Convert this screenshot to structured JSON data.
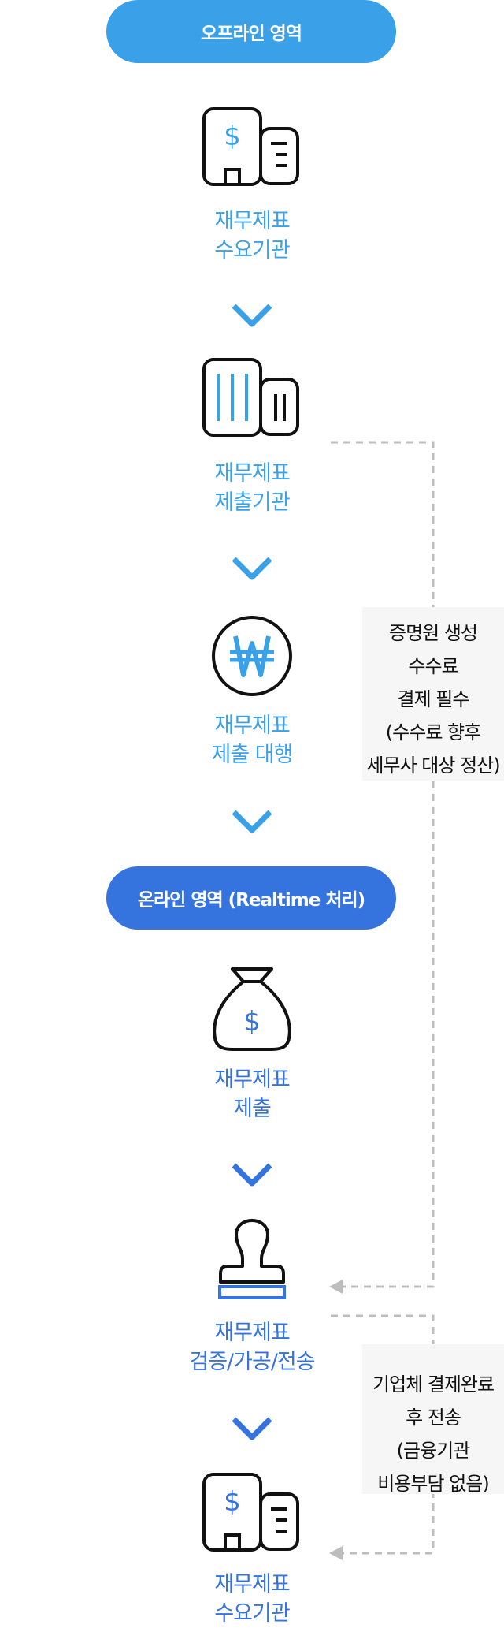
{
  "header": {
    "offline_label": "오프라인 영역",
    "online_label": "온라인 영역 (Realtime 처리)"
  },
  "steps": [
    {
      "line1": "재무제표",
      "line2": "수요기관",
      "icon": "office-building-dollar-icon",
      "color": "#3aa0e8"
    },
    {
      "line1": "재무제표",
      "line2": "제출기관",
      "icon": "office-building-icon",
      "color": "#3aa0e8"
    },
    {
      "line1": "재무제표",
      "line2": "제출 대행",
      "icon": "won-coin-icon",
      "color": "#3aa0e8"
    },
    {
      "line1": "재무제표",
      "line2": "제출",
      "icon": "money-bag-icon",
      "color": "#3573df"
    },
    {
      "line1": "재무제표",
      "line2": "검증/가공/전송",
      "icon": "stamp-icon",
      "color": "#3573df"
    },
    {
      "line1": "재무제표",
      "line2": "수요기관",
      "icon": "office-building-dollar-icon",
      "color": "#3573df"
    }
  ],
  "notes": [
    {
      "lines": [
        "증명원 생성",
        "수수료",
        "결제 필수",
        "(수수료 향후",
        "세무사 대상 정산)"
      ]
    },
    {
      "lines": [
        "기업체 결제완료",
        "후 전송",
        "(금융기관",
        "비용부담 없음)"
      ]
    }
  ],
  "colors": {
    "offline_accent": "#3aa0e8",
    "online_accent": "#3573df",
    "icon_stroke": "#111111",
    "dashed_connector": "#bdbdbd",
    "note_background": "#f6f6f6"
  }
}
